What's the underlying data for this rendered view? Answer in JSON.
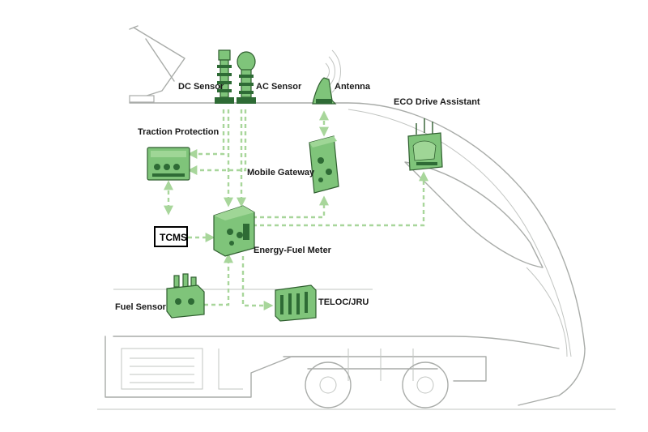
{
  "diagram": {
    "colors": {
      "component_fill": "#7fc47a",
      "component_dark": "#2e6b35",
      "flow_arrow": "#a8d69b",
      "outline": "#a9aca9",
      "tcms_border": "#000000"
    },
    "components": {
      "dc_sensor": "DC Sensor",
      "ac_sensor": "AC Sensor",
      "antenna": "Antenna",
      "eco_drive_assistant": "ECO Drive Assistant",
      "traction_protection": "Traction Protection",
      "mobile_gateway": "Mobile Gateway",
      "tcms": "TCMS",
      "energy_fuel_meter": "Energy-Fuel Meter",
      "fuel_sensor": "Fuel Sensor",
      "teloc_jru": "TELOC/JRU"
    },
    "icons": [
      "pantograph-icon",
      "antenna-signal-icon"
    ]
  }
}
